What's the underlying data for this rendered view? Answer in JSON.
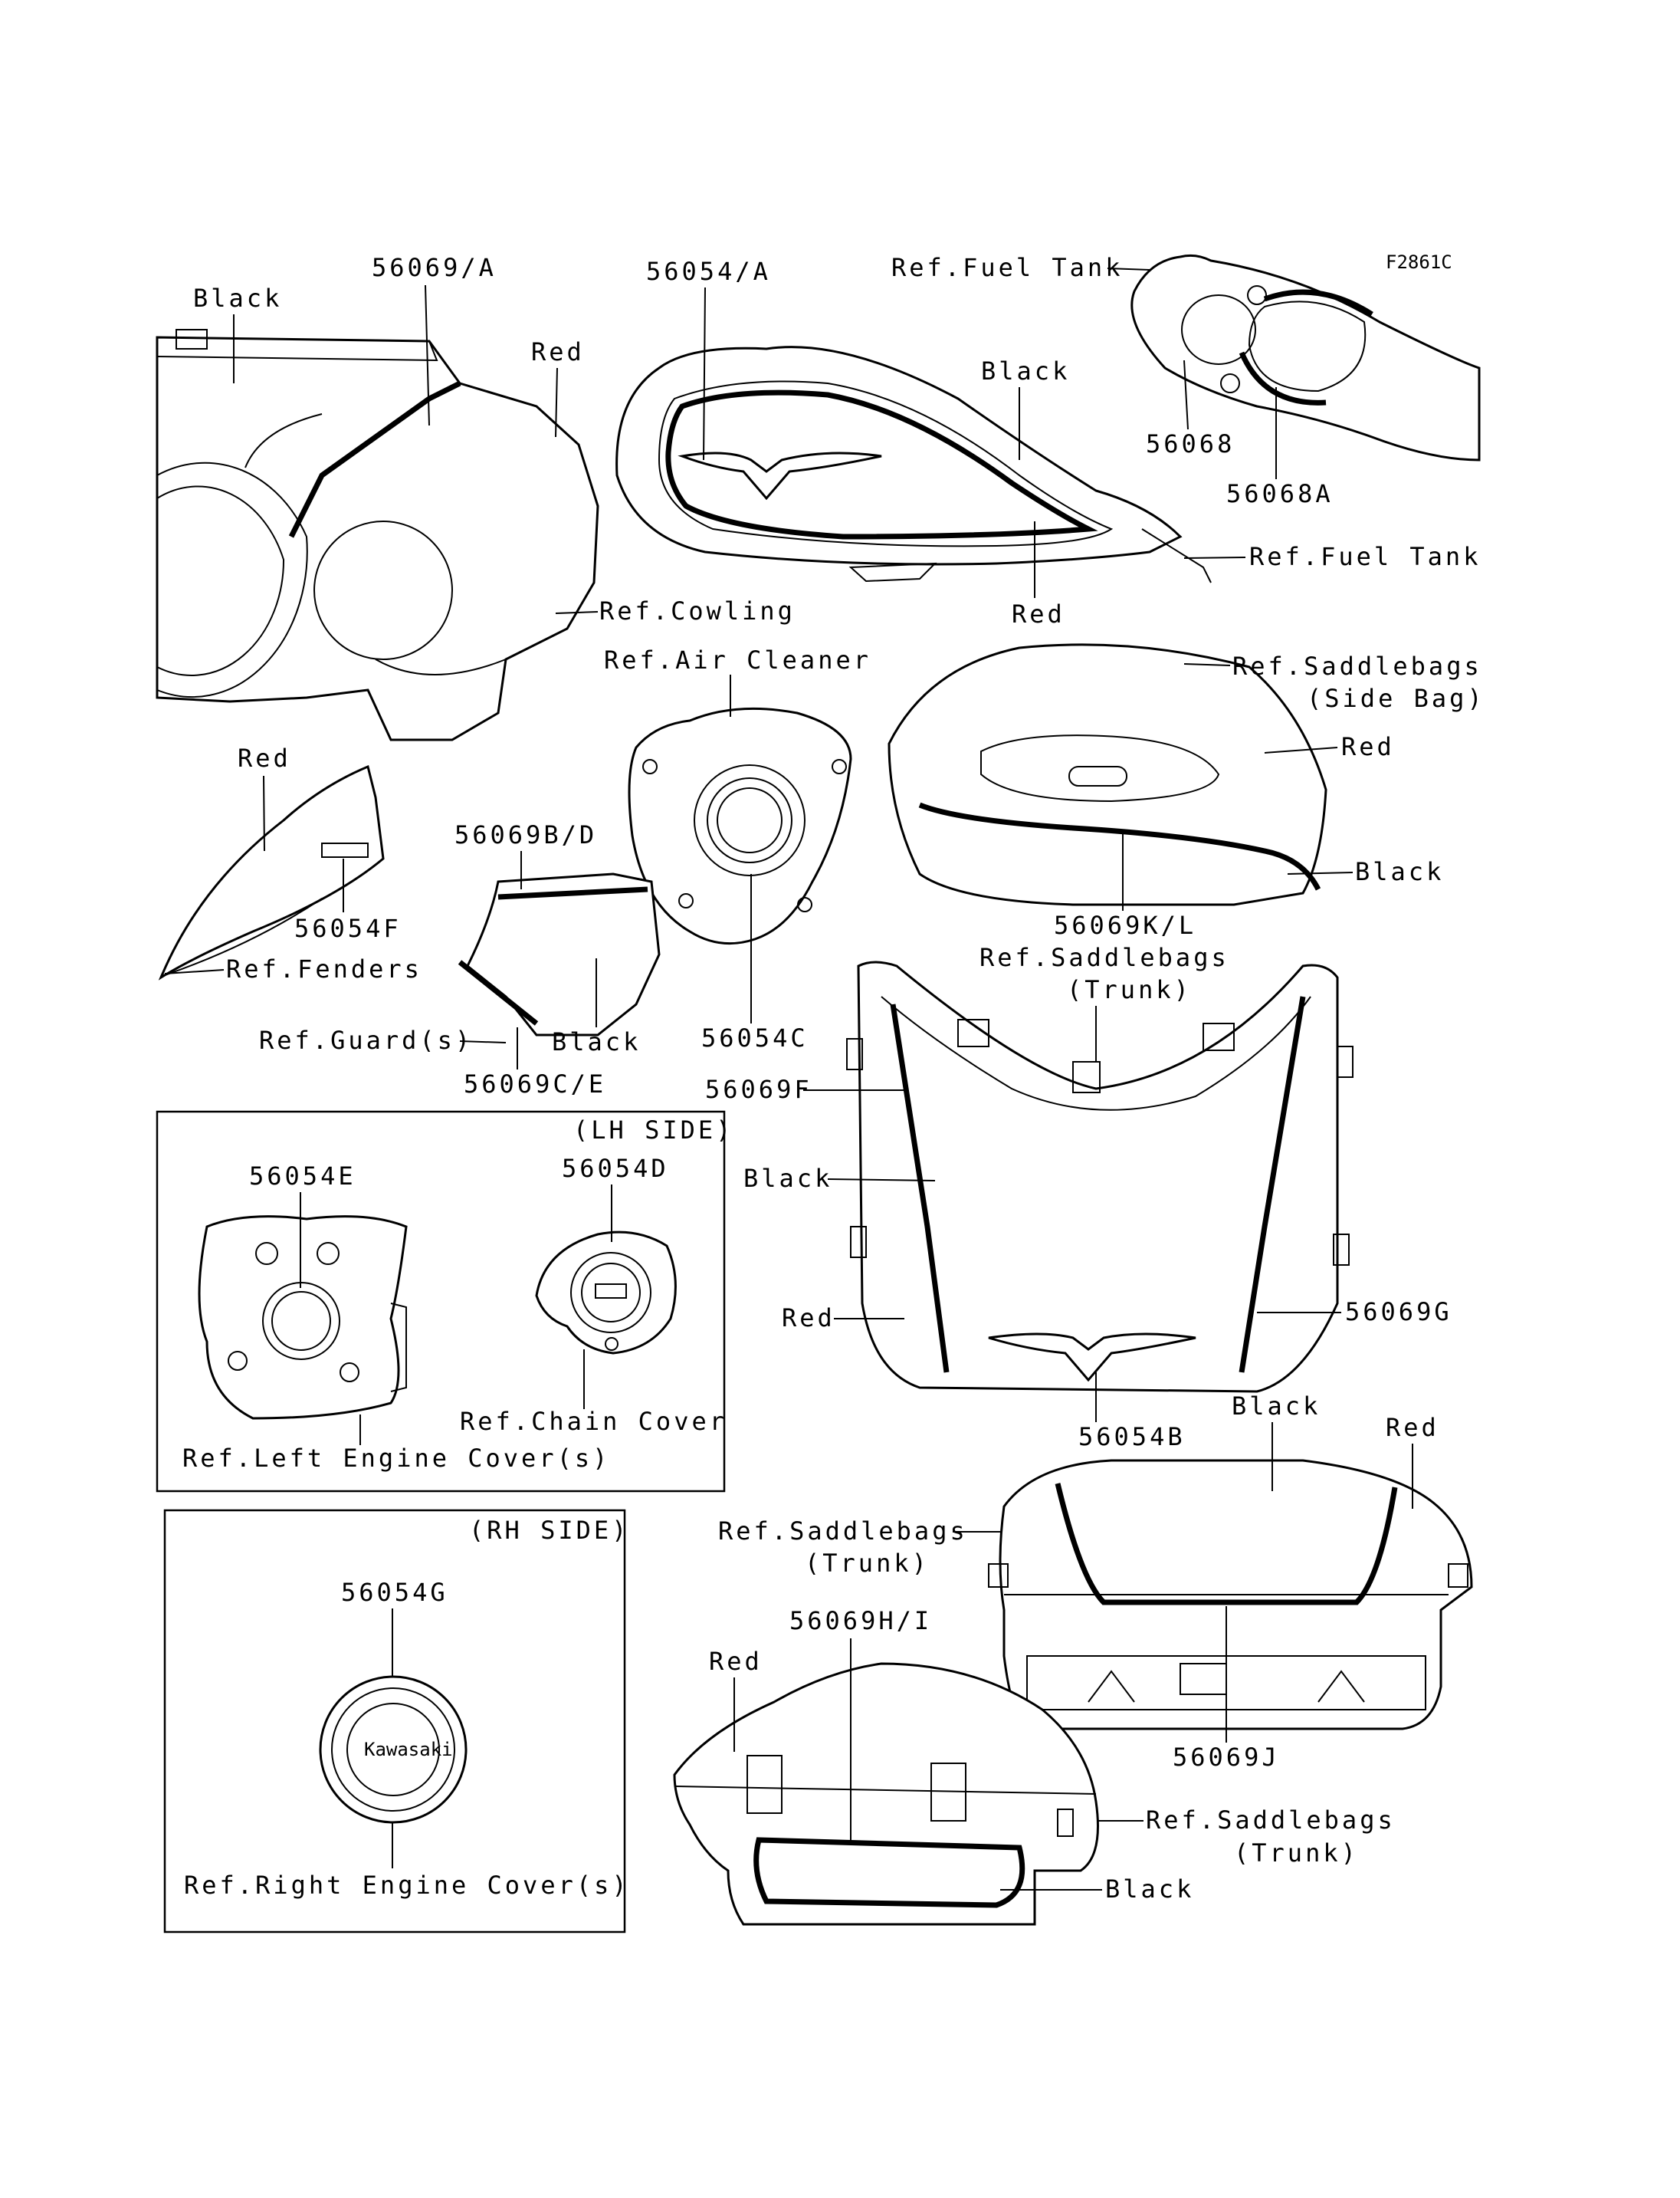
{
  "figure_code": "F2861C",
  "labels": {
    "p56069A": "56069/A",
    "cowl_black": "Black",
    "cowl_red": "Red",
    "ref_cowling": "Ref.Cowling",
    "p56054A": "56054/A",
    "tank_black": "Black",
    "tank_red": "Red",
    "ref_fuel_tank_top": "Ref.Fuel Tank",
    "ref_fuel_tank_right": "Ref.Fuel Tank",
    "p56068": "56068",
    "p56068A": "56068A",
    "ref_air_cleaner": "Ref.Air Cleaner",
    "p56054C": "56054C",
    "ref_saddlebags_side_1": "Ref.Saddlebags",
    "ref_saddlebags_side_2": "(Side Bag)",
    "side_red": "Red",
    "side_black": "Black",
    "p56069KL": "56069K/L",
    "fender_red": "Red",
    "p56054F": "56054F",
    "ref_fenders": "Ref.Fenders",
    "p56069BD": "56069B/D",
    "ref_guards": "Ref.Guard(s)",
    "guard_black": "Black",
    "p56069CE": "56069C/E",
    "ref_trunk1_1": "Ref.Saddlebags",
    "ref_trunk1_2": "(Trunk)",
    "p56069F": "56069F",
    "trunk1_black": "Black",
    "trunk1_red": "Red",
    "p56069G": "56069G",
    "p56054B": "56054B",
    "lh_side": "(LH SIDE)",
    "p56054E": "56054E",
    "p56054D": "56054D",
    "ref_chain_cover": "Ref.Chain Cover",
    "ref_left_engine": "Ref.Left Engine Cover(s)",
    "rh_side": "(RH SIDE)",
    "p56054G": "56054G",
    "ref_right_engine": "Ref.Right Engine Cover(s)",
    "trunk2_black": "Black",
    "trunk2_red": "Red",
    "ref_trunk2_1": "Ref.Saddlebags",
    "ref_trunk2_2": "(Trunk)",
    "p56069J": "56069J",
    "p56069HI": "56069H/I",
    "trunk3_red": "Red",
    "ref_trunk3_1": "Ref.Saddlebags",
    "ref_trunk3_2": "(Trunk)",
    "trunk3_black": "Black"
  },
  "emblem_text": "Kawasaki"
}
